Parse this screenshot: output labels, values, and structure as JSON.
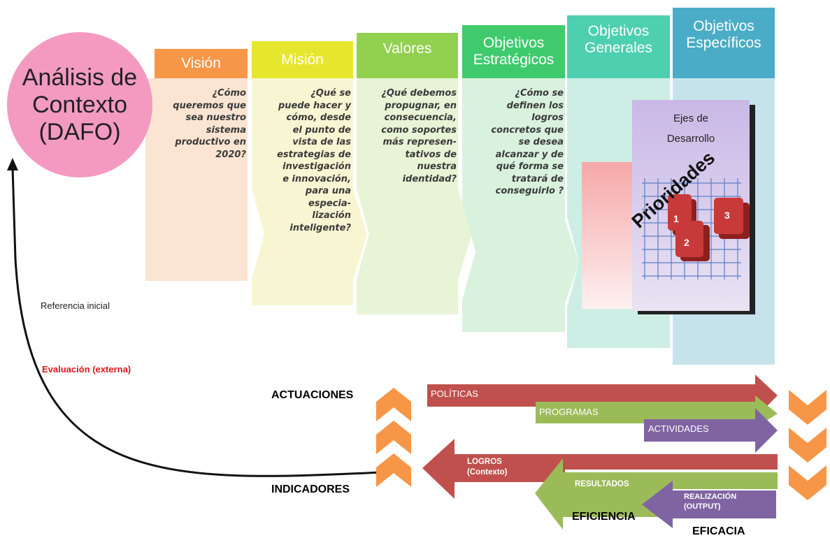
{
  "context": {
    "title": "Análisis de\nContexto\n(DAFO)"
  },
  "columns": [
    {
      "header": "Visión",
      "question": "¿Cómo\nqueremos que\nsea nuestro\nsistema\nproductivo en\n2020?"
    },
    {
      "header": "Misión",
      "question": "¿Qué se\npuede hacer y\ncómo, desde\nel punto de\nvista de las\nestrategias de\ninvestigación\ne innovación,\npara una\nespecia-\nlización\ninteligente?"
    },
    {
      "header": "Valores",
      "question": "¿Qué debemos\npropugnar, en\nconsecuencia,\ncomo soportes\nmás represen-\ntativos de\nnuestra\nidentidad?"
    },
    {
      "header": "Objetivos\nEstratégicos",
      "question": "¿Cómo se\ndefinen los\nlogros\nconcretos que\nse desea\nalcanzar y de\nqué forma se\ntratará de\nconseguirlo ?"
    },
    {
      "header": "Objetivos\nGenerales",
      "question": ""
    },
    {
      "header": "Objetivos\nEspecíficos",
      "question": ""
    }
  ],
  "ejes": {
    "title": "Ejes de\nDesarrollo",
    "overlay": "Prioridades",
    "markers": [
      "1",
      "2",
      "3"
    ]
  },
  "left_labels": {
    "referencia": "Referencia inicial",
    "evaluacion": "Evaluación (externa)"
  },
  "rows": {
    "actuaciones": "ACTUACIONES",
    "indicadores": "INDICADORES"
  },
  "actions": [
    "POLÍTICAS",
    "PROGRAMAS",
    "ACTIVIDADES"
  ],
  "indicators": {
    "logros": "LOGROS\n(Contexto)",
    "resultados": "RESULTADOS",
    "realizacion": "REALIZACIÓN\n(OUTPUT)"
  },
  "bottom_labels": {
    "eficiencia": "EFICIENCIA",
    "eficacia": "EFICACIA"
  },
  "colors": {
    "vision": "#f79646",
    "mision": "#e6e62e",
    "valores": "#92d050",
    "estrategicos": "#3fca6d",
    "generales": "#4ecfb0",
    "especificos": "#4aacc6",
    "pink": "#f49ac1",
    "red": "#c0504d",
    "green": "#9bbb59",
    "purple": "#8064a2",
    "orange": "#f79646"
  }
}
